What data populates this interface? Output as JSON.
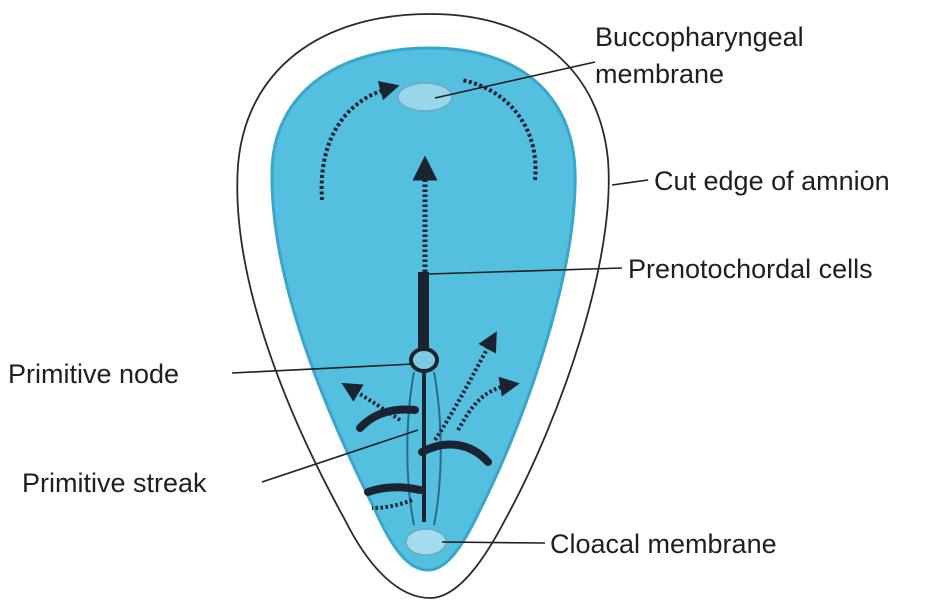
{
  "colors": {
    "disc": "#55bfe0",
    "disc_edge": "#3aa6cb",
    "amnion_outline": "#2a2a2a",
    "structure": "#1a2430",
    "label": "#1f1f1f"
  },
  "labels": {
    "buccopharyngeal_line1": "Buccopharyngeal",
    "buccopharyngeal_line2": "membrane",
    "cut_edge_amnion": "Cut edge of amnion",
    "prenotochordal": "Prenotochordal cells",
    "primitive_node": "Primitive node",
    "primitive_streak": "Primitive streak",
    "cloacal_membrane": "Cloacal membrane"
  }
}
